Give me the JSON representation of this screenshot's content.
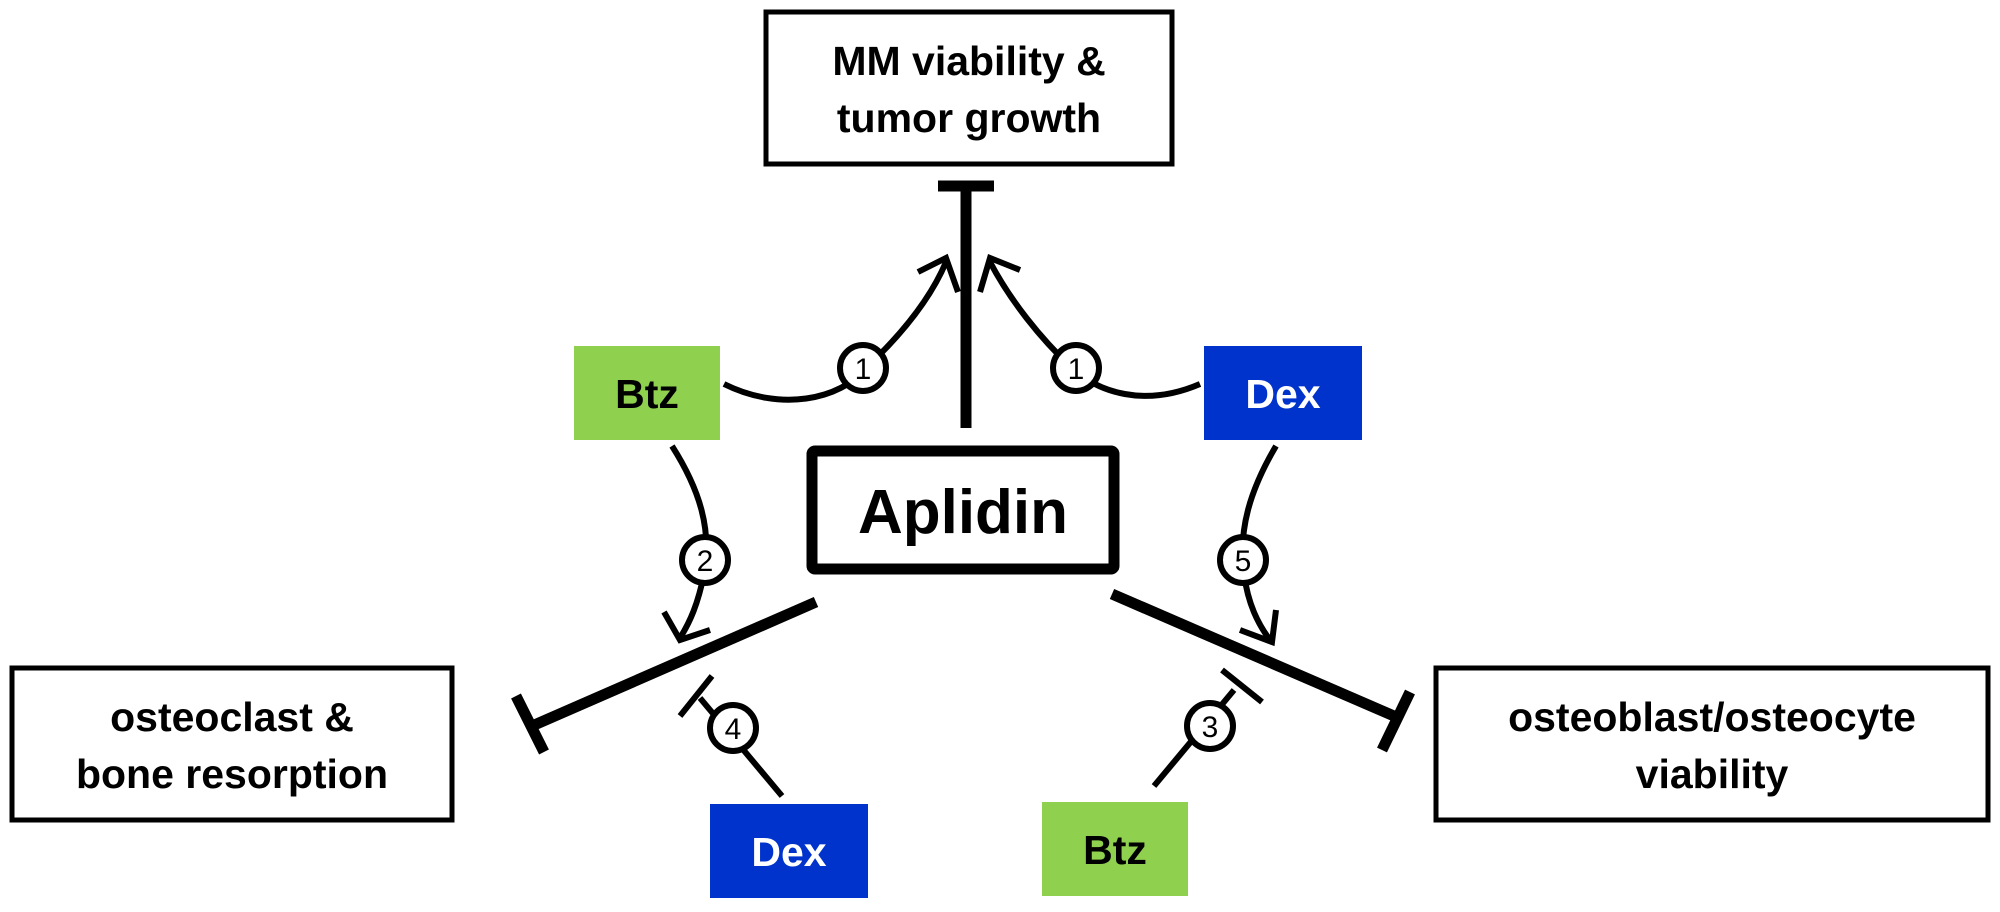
{
  "nodes": {
    "mm": {
      "lines": [
        "MM viability &",
        "tumor growth"
      ]
    },
    "aplidin": {
      "label": "Aplidin"
    },
    "osteoclast": {
      "lines": [
        "osteoclast &",
        "bone resorption"
      ]
    },
    "osteoblast": {
      "lines": [
        "osteoblast/osteocyte",
        "viability"
      ]
    },
    "btz_left": {
      "label": "Btz"
    },
    "dex_right": {
      "label": "Dex"
    },
    "dex_bottom": {
      "label": "Dex"
    },
    "btz_bottom": {
      "label": "Btz"
    }
  },
  "markers": {
    "m1_left": "1",
    "m1_right": "1",
    "m2": "2",
    "m3": "3",
    "m4": "4",
    "m5": "5"
  },
  "colors": {
    "btz_fill": "#8fd14f",
    "dex_fill": "#0033cc",
    "dex_text": "#ffffff",
    "btz_text": "#000000",
    "stroke": "#000000"
  },
  "relations": [
    {
      "from": "Aplidin",
      "to": "MM viability & tumor growth",
      "type": "inhibits"
    },
    {
      "from": "Aplidin",
      "to": "osteoclast & bone resorption",
      "type": "inhibits"
    },
    {
      "from": "Aplidin",
      "to": "osteoblast/osteocyte viability",
      "type": "inhibits"
    },
    {
      "from": "Btz",
      "to": "Aplidin → MM inhibition",
      "type": "enhances",
      "marker": "1"
    },
    {
      "from": "Dex",
      "to": "Aplidin → MM inhibition",
      "type": "enhances",
      "marker": "1"
    },
    {
      "from": "Btz",
      "to": "Aplidin → osteoclast inhibition",
      "type": "enhances",
      "marker": "2"
    },
    {
      "from": "Btz",
      "to": "Aplidin → osteoblast inhibition",
      "type": "blocks",
      "marker": "3"
    },
    {
      "from": "Dex",
      "to": "Aplidin → osteoclast inhibition",
      "type": "blocks",
      "marker": "4"
    },
    {
      "from": "Dex",
      "to": "Aplidin → osteoblast inhibition",
      "type": "enhances",
      "marker": "5"
    }
  ]
}
